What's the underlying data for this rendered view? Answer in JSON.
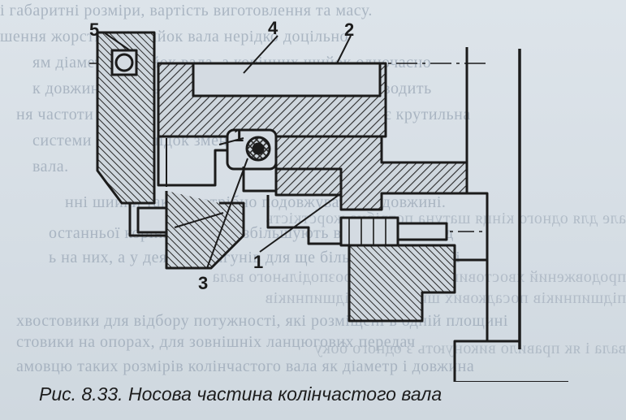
{
  "figure": {
    "caption": "Рис. 8.33. Носова частина колінчастого вала",
    "callouts": [
      "5",
      "4",
      "2",
      "1",
      "3"
    ]
  },
  "background_text": {
    "lines": [
      "і габаритні розміри, вартість виготовлення та масу.",
      "шення жорсткості шийок вала нерідко доцільно",
      "ям діаметрів шийок вала, а корінних шийок одночасно",
      "к довжини і збільшенням товщини щік. Це призводить",
      "ня частоти власних коливань вала, тому що зростає крутильна",
      "системи і як наслідок зменшення моменту",
      "вала.",
      "нні шийки також потрібно подовжувати по довжині.",
      "останньої корінної шийки збільшують в маховикові під",
      "ь на них, а у деяких двигунів для ще більшої жорсткості",
      "хвостовики для відбору потужності, які розміщені в одній площині",
      "стовики на опорах, для зовнішніх ланцюгових передач",
      "амовцю таких розмірів колінчастого вала як діаметр і довжина"
    ],
    "mirrored_lines": [
      "але для одного кінця шатуна потрібна жорсткість",
      "продовжений хвостовик для приводу розподільного вала",
      "підшипників посадкових шийок для підшипників",
      "вала і як правило виконують з одного боку"
    ]
  },
  "colors": {
    "ink": "#1b1b1b",
    "paper": "#d7dfe6",
    "bleed_text": "#9aa7b6",
    "hatch": "#2a2a2a"
  }
}
